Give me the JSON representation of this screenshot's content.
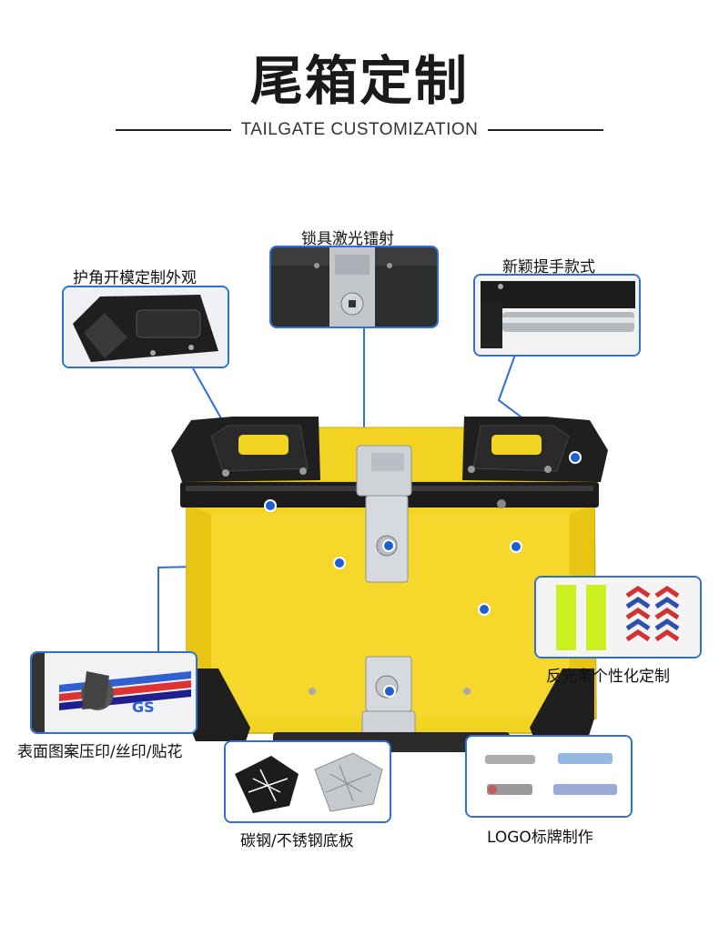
{
  "header": {
    "title": "尾箱定制",
    "subtitle": "TAILGATE CUSTOMIZATION"
  },
  "callouts": {
    "corner": "护角开模定制外观",
    "lock": "锁具激光镭射",
    "handle": "新颖提手款式",
    "reflector": "反光条个性化定制",
    "surface": "表面图案压印/丝印/贴花",
    "baseplate": "碳钢/不锈钢底板",
    "logo": "LOGO标牌制作"
  },
  "colors": {
    "accent": "#2f6fd6",
    "box_yellow": "#f2d321",
    "frame_black": "#1c1c1c"
  }
}
